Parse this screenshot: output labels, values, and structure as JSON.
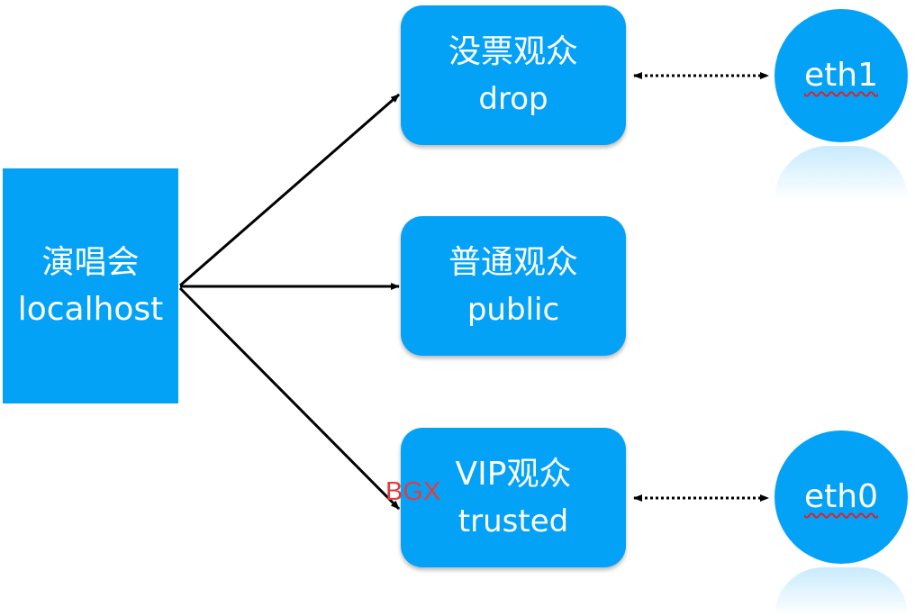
{
  "host": {
    "name_cn": "演唱会",
    "name_en": "localhost"
  },
  "zones": [
    {
      "name_cn": "没票观众",
      "name_en": "drop"
    },
    {
      "name_cn": "普通观众",
      "name_en": "public"
    },
    {
      "name_cn": "VIP观众",
      "name_en": "trusted"
    }
  ],
  "interfaces": [
    {
      "label": "eth1"
    },
    {
      "label": "eth0"
    }
  ],
  "watermark": "BGX",
  "colors": {
    "box_fill": "#04a2f7",
    "box_text": "#ffffff",
    "arrow": "#000000",
    "spellcheck_underline": "#d9232b",
    "watermark": "#e83a3a"
  }
}
